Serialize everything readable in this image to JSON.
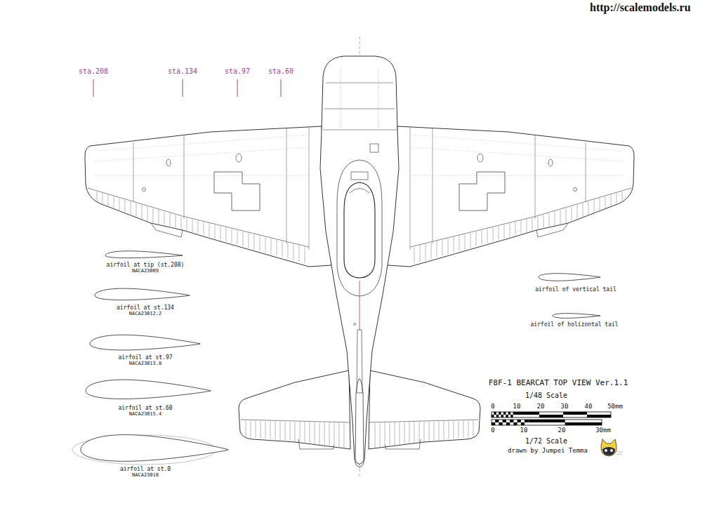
{
  "diagram": {
    "title": "F8F-1 BEARCAT TOP VIEW Ver.1.1",
    "labels": [
      "http://scalemodels.ru",
      "sta.208",
      "sta.134",
      "sta.97",
      "sta.60",
      "airfoil at tip (st.208)",
      "NACA23009",
      "airfoil at st.134",
      "NACA23012.2",
      "airfoil at st.97",
      "NACA23013.8",
      "airfoil at st.60",
      "NACA23015.4",
      "airfoil at st.0",
      "NACA23018",
      "airfoil of vertical tail",
      "airfoil of holizontal tail",
      "1/48 Scale",
      "0",
      "10",
      "20",
      "30",
      "40",
      "50mm",
      "0",
      "10",
      "20",
      "30mm",
      "1/72 Scale",
      "drawn by Jumpei Temma"
    ]
  }
}
